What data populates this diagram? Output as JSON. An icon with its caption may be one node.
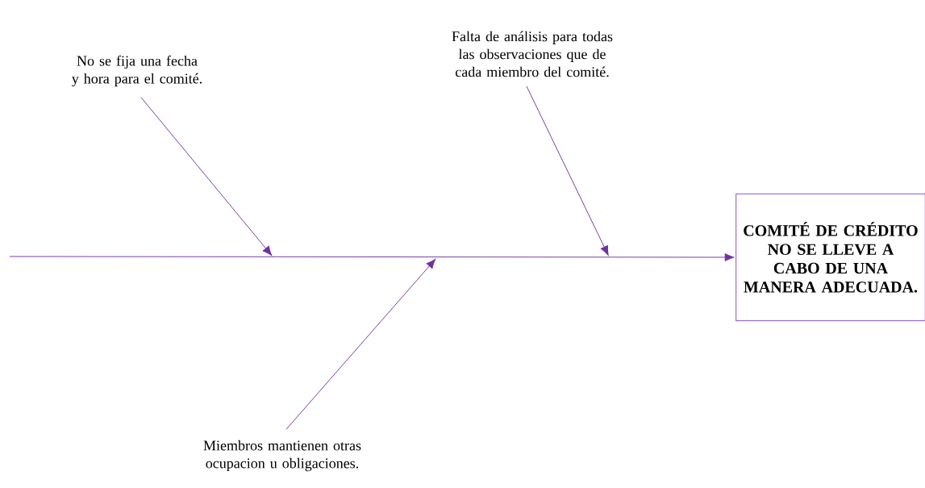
{
  "diagram": {
    "nodes": [
      {
        "text": [
          "No se fija una fecha y hora para el comité."
        ]
      },
      {
        "text": [
          "Falta de análisis para todas las observaciones que de cada miembro del comité."
        ]
      },
      {
        "text": [
          "Miembros mantienen otras ocupacion u obligaciones."
        ]
      },
      {
        "text": [
          "COMITÉ DE CRÉDITO NO SE LLEVE A CABO DE UNA MANERA ADECUADA."
        ]
      }
    ],
    "edges": [
      {
        "from": null,
        "to": 3,
        "arrow": "to"
      },
      {
        "from": 0,
        "to": null,
        "arrow": "to"
      },
      {
        "from": 1,
        "to": null,
        "arrow": "to"
      },
      {
        "from": 2,
        "to": null,
        "arrow": "to"
      }
    ]
  }
}
